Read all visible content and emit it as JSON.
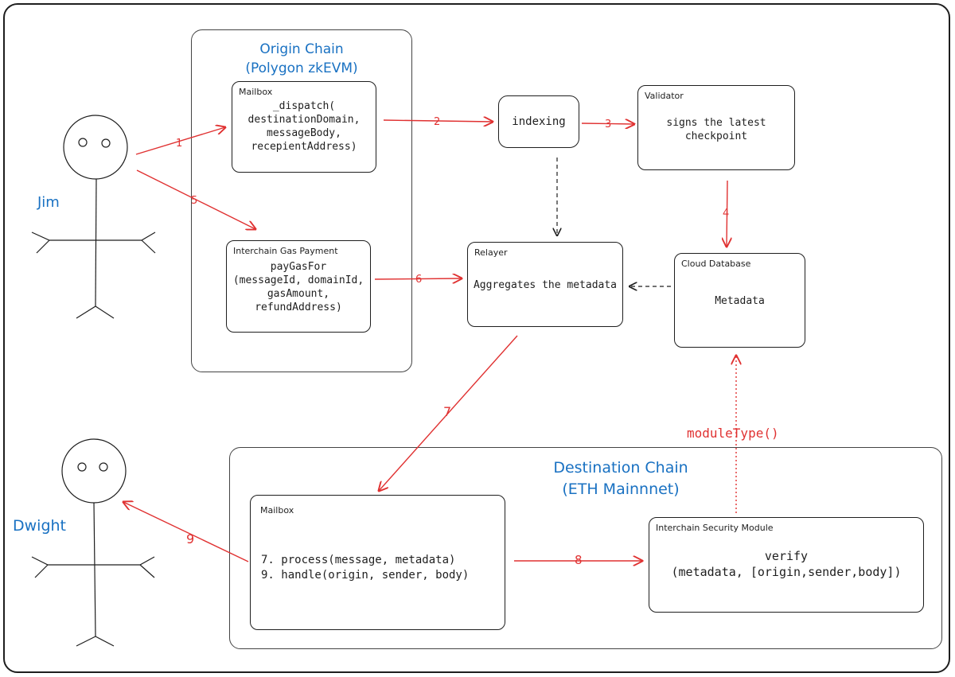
{
  "actors": {
    "sender": "Jim",
    "receiver": "Dwight"
  },
  "origin_chain": {
    "title_line1": "Origin Chain",
    "title_line2": "(Polygon zkEVM)",
    "mailbox": {
      "title": "Mailbox",
      "body": "_dispatch(\ndestinationDomain,\nmessageBody,\nrecepientAddress)"
    },
    "gas_payment": {
      "title": "Interchain Gas Payment",
      "body": "payGasFor\n(messageId, domainId,\ngasAmount,\nrefundAddress)"
    }
  },
  "indexing": {
    "body": "indexing"
  },
  "validator": {
    "title": "Validator",
    "body": "signs the latest\ncheckpoint"
  },
  "relayer": {
    "title": "Relayer",
    "body": "Aggregates the metadata"
  },
  "cloud_db": {
    "title": "Cloud Database",
    "body": "Metadata"
  },
  "module_type": "moduleType()",
  "destination_chain": {
    "title_line1": "Destination Chain",
    "title_line2": "(ETH Mainnnet)",
    "mailbox": {
      "title": "Mailbox",
      "body": "7. process(message, metadata)\n9. handle(origin, sender, body)"
    },
    "ism": {
      "title": "Interchain Security Module",
      "body": "verify\n(metadata, [origin,sender,body])"
    }
  },
  "arrows": {
    "a1": "1",
    "a2": "2",
    "a3": "3",
    "a4": "4",
    "a5": "5",
    "a6": "6",
    "a7": "7",
    "a8": "8",
    "a9": "9"
  },
  "colors": {
    "accent_red": "#e03131",
    "title_blue": "#1971c2",
    "ink": "#1e1e1e"
  }
}
